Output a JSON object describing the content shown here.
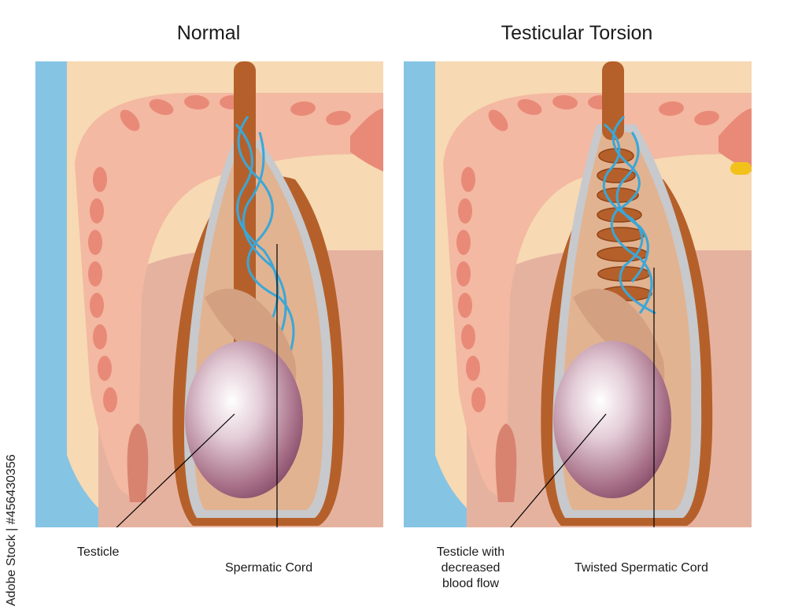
{
  "panels": {
    "normal": {
      "title": "Normal",
      "labels": {
        "testicle": "Testicle",
        "cord": "Spermatic Cord"
      }
    },
    "torsion": {
      "title": "Testicular Torsion",
      "labels": {
        "testicle_line1": "Testicle with",
        "testicle_line2": "decreased",
        "testicle_line3": "blood flow",
        "cord": "Twisted Spermatic Cord"
      }
    }
  },
  "watermark": {
    "id_text": "Adobe Stock | #456430356"
  },
  "colors": {
    "background_blue": "#86c4e4",
    "skin": "#f7d9b3",
    "tissue_pink": "#f3b9a2",
    "ridge_red": "#e98a78",
    "scrotum_brown": "#b5602a",
    "membrane_gray": "#c7c9cc",
    "vessel_blue": "#3aa7d8",
    "testicle_purple": "#b07c93",
    "thigh": "#e6b2a0"
  }
}
